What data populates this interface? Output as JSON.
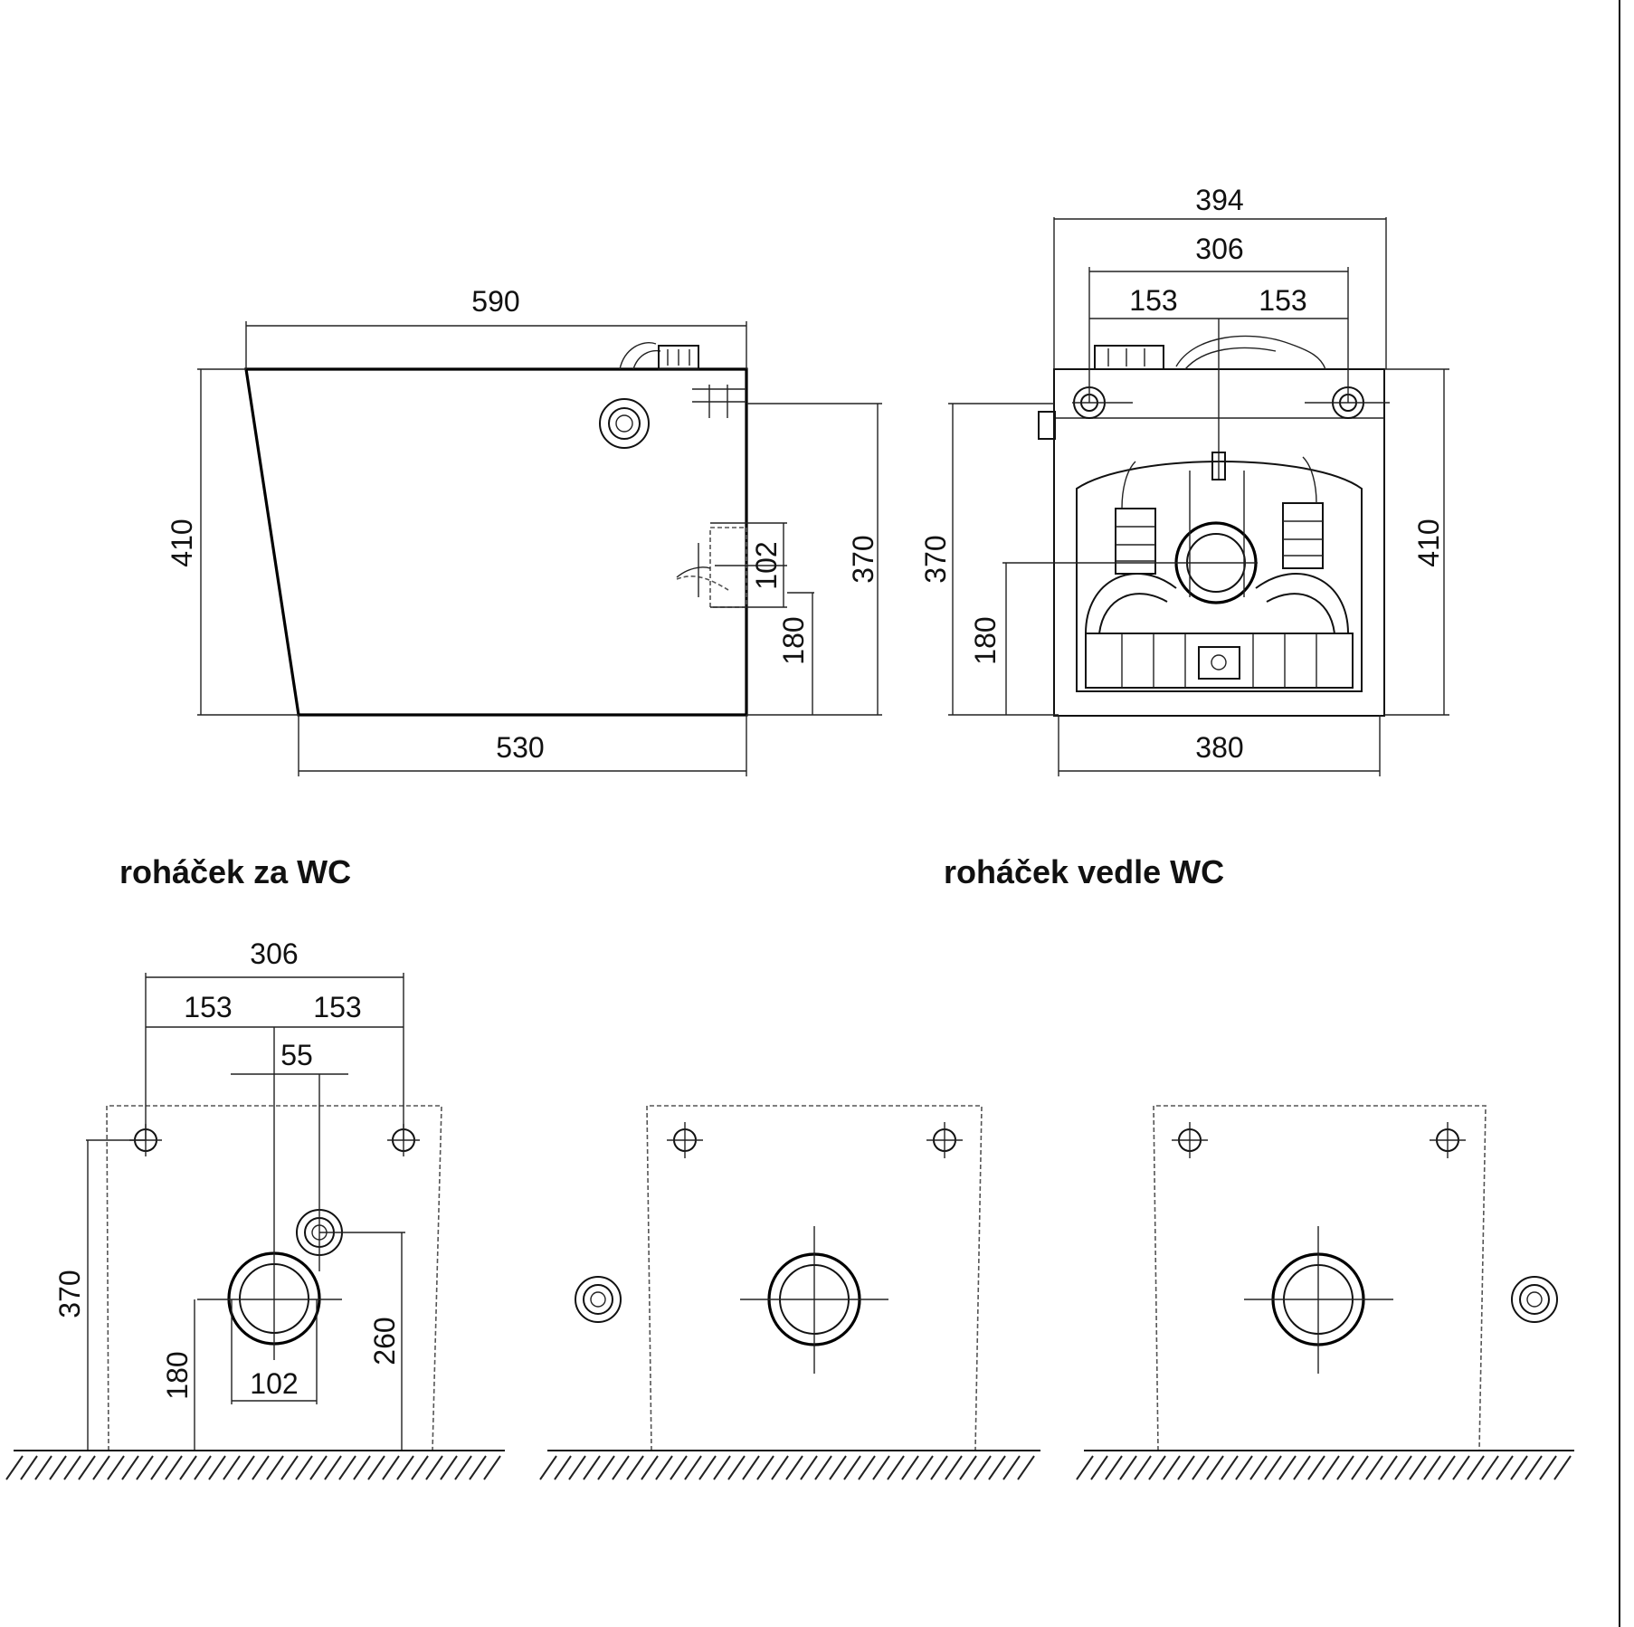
{
  "captions": {
    "behind": "roháček za WC",
    "beside": "roháček vedle WC"
  },
  "side_view": {
    "top_length": "590",
    "base_length": "530",
    "height": "410",
    "connection_height": "370",
    "outlet_diameter": "102",
    "outlet_height": "180"
  },
  "back_view": {
    "overall_width": "394",
    "bolt_spacing": "306",
    "left_half": "153",
    "right_half": "153",
    "base_width": "380",
    "height": "410",
    "connection_height": "370",
    "outlet_height": "180"
  },
  "install_view": {
    "bolt_spacing": "306",
    "left_half": "153",
    "right_half": "153",
    "valve_offset": "55",
    "bolt_height": "370",
    "outlet_height": "180",
    "outlet_diameter": "102",
    "valve_height": "260"
  },
  "colors": {
    "line": "#111111",
    "background": "#ffffff"
  }
}
